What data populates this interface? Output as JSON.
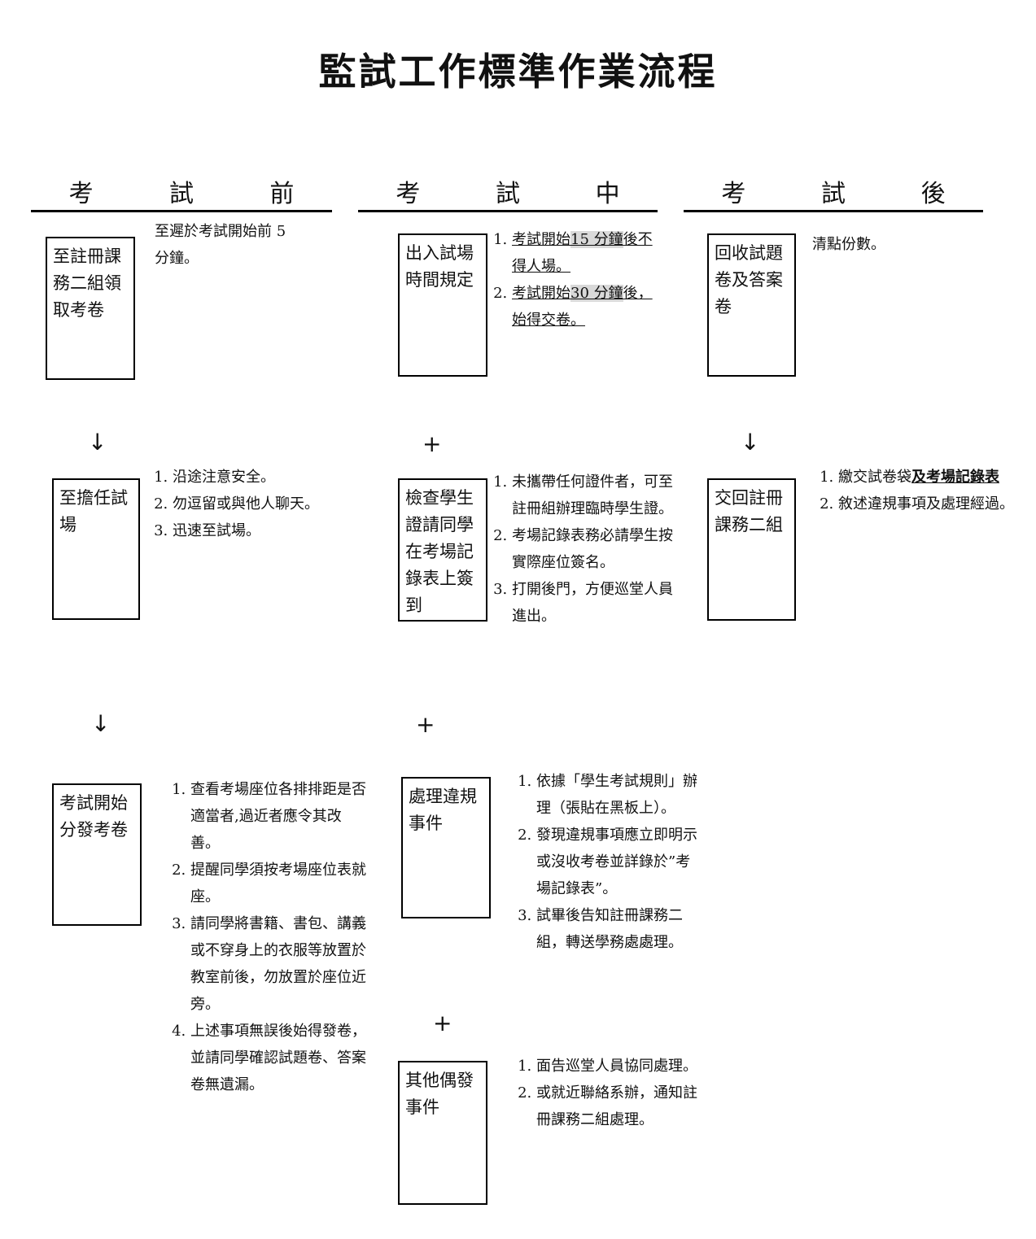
{
  "title": "監試工作標準作業流程",
  "phases": [
    {
      "label": [
        "考",
        "試",
        "前"
      ]
    },
    {
      "label": [
        "考",
        "試",
        "中"
      ]
    },
    {
      "label": [
        "考",
        "試",
        "後"
      ]
    }
  ],
  "connectors": {
    "arrow": "↓",
    "plus": "+"
  },
  "before": {
    "step1": {
      "box": "至註冊課務二組領取考卷",
      "note": "至遲於考試開始前 5 分鐘。"
    },
    "step2": {
      "box": "至擔任試場",
      "notes": [
        "沿途注意安全。",
        "勿逗留或與他人聊天。",
        "迅速至試場。"
      ]
    },
    "step3": {
      "box": "考試開始分發考卷",
      "notes": [
        "查看考場座位各排排距是否適當者,過近者應令其改善。",
        "提醒同學須按考場座位表就座。",
        "請同學將書籍、書包、講義或不穿身上的衣服等放置於教室前後，勿放置於座位近旁。",
        "上述事項無誤後始得發卷，並請同學確認試題卷、答案卷無遺漏。"
      ]
    }
  },
  "during": {
    "step1": {
      "box": "出入試場時間規定",
      "notes": [
        {
          "pre": "考試開始",
          "shade": "15 分鐘",
          "post": "後不得人場。"
        },
        {
          "pre": "考試開始",
          "shade": "30 分鐘",
          "post": "後，始得交卷。"
        }
      ]
    },
    "step2": {
      "box": "檢查學生證請同學在考場記錄表上簽到",
      "notes": [
        "未攜帶任何證件者，可至註冊組辦理臨時學生證。",
        "考場記錄表務必請學生按實際座位簽名。",
        "打開後門，方便巡堂人員進出。"
      ]
    },
    "step3": {
      "box": "處理違規事件",
      "notes": [
        "依據「學生考試規則」辦理（張貼在黑板上）。",
        "發現違規事項應立即明示或沒收考卷並詳錄於”考場記錄表”。",
        "試畢後告知註冊課務二組，轉送學務處處理。"
      ]
    },
    "step4": {
      "box": "其他偶發事件",
      "notes": [
        "面告巡堂人員協同處理。",
        "或就近聯絡系辦，通知註冊課務二組處理。"
      ]
    }
  },
  "after": {
    "step1": {
      "box": "回收試題卷及答案卷",
      "note": "清點份數。"
    },
    "step2": {
      "box": "交回註冊課務二組",
      "notes": [
        {
          "pre": "繳交試卷袋",
          "bold": "及考場記錄表"
        },
        {
          "text": "敘述違規事項及處理經過。"
        }
      ]
    }
  }
}
